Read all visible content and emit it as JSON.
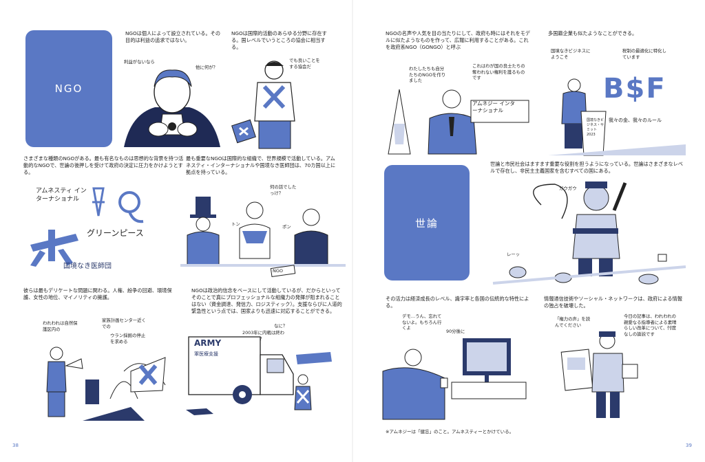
{
  "colors": {
    "accent": "#5a78c4",
    "ink": "#222222",
    "paper": "#ffffff"
  },
  "left_page": {
    "ngo_tile": "NGO",
    "intro_1": "NGOは個人によって設立されている。その目的は利益の追求ではない。",
    "intro_2": "NGOは国際的活動のあらゆる分野に存在する。国レベルでいうところの協会に相当する。",
    "panel1_bubble_a": "利益がないなら",
    "panel1_bubble_b": "他に何が？",
    "panel2_bubble": "でも良いことをする協会だ",
    "para_types": "さまざまな種類のNGOがある。最も有名なものは思想的な背景を持つ活動的なNGOで、世論の後押しを受けて政府の決定に圧力をかけようとする。",
    "para_important": "最も重要なNGOは国際的な組織で、世界規模で活動している。アムネスティ・インターナショナルや国境なき医師団は、70カ国以上に拠点を持っている。",
    "logo_amnesty": "アムネスティ インターナショナル",
    "logo_greenpeace": "グリーンピース",
    "logo_msf": "国境なき医師団",
    "panel_table_bubble": "何の話でしたっけ？",
    "sfx_ton": "トン",
    "sfx_pon": "ポン",
    "sign_ngo": "NGO",
    "para_issues": "彼らは最もデリケートな問題に関わる。人権、紛争の回避、環境保護、女性の地位、マイノリティの擁護。",
    "para_politics": "NGOは政治的信念をベースにして活動しているが、だからといってそのことで真にプロフェッショナルな組織力の発揮が阻まれることはない（資金調達、発信力、ロジスティック）。支援ならびに人道的緊急性という点では、国家よりも迅速に対応することができる。",
    "protest_bubble_a": "われわれは自然保護区内の",
    "protest_bubble_b": "家族計画センター近くでの",
    "protest_bubble_c": "ウラン採掘の停止を求める",
    "truck_army": "ARMY",
    "truck_sub": "軍医療支援",
    "truck_bubble_q": "なに？",
    "truck_bubble": "2003年に内戦は終わったって？",
    "page_number": "38"
  },
  "right_page": {
    "gongo_text": "NGOの名声や人気を目の当たりにして、政府も時にはそれをモデルに似たようなものを作って、広報に利用することがある。これを政府系NGO（GONGO）と呼ぶ",
    "multinational_text": "多国籍企業も似たようなことができる。",
    "gongo_bubble_a": "わたしたちも自分たちのNGOを作りました",
    "gongo_bubble_b": "これはわが国の良士たちの奪われない権利を護るものです",
    "amnesia_sign": "アムネジー インターナショナル",
    "bsf_bubble_a": "国境なきビジネスにようこそ",
    "bsf_bubble_b": "税制の最適化に特化しています",
    "bsf_logo": "B$F",
    "bsf_caption": "我々の金、我々のルール",
    "podium_text": "国境なきビジネス・サミット 2023",
    "yoron_tile": "世論",
    "yoron_text": "世論と市民社会はますます重要な役割を担うようになっている。世論はさまざまなレベルで存在し、非民主主義国家を含むすべての国にある。",
    "sfx_gau": "ガウガウ",
    "sfx_rei": "レーッ",
    "para_vitality": "その活力は経済成長のレベル、識字率と各国の伝統的な特性による。",
    "tv_bubble_a": "デモ…うん、忘れてないよ。もちろん行くよ",
    "tv_bubble_b": "90分後に",
    "para_info": "情報通信技術やソーシャル・ネットワークは、政府による情報の独占を破壊した。",
    "newspaper_bubble": "「権力の声」を読んでください",
    "newspaper_bubble_b": "今日の記事は、われわれの親愛なる指導者による素晴らしい改革について、忖度なしの論説です",
    "footnote": "※アムネジーは「健忘」のこと。アムネスティーとかけている。",
    "page_number": "39"
  }
}
